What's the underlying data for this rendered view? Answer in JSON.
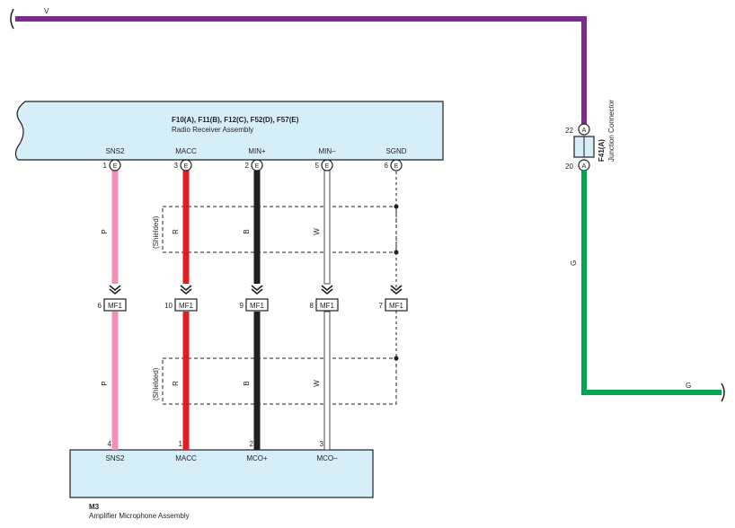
{
  "power_wire": {
    "label": "V",
    "color": "#7b2d8e"
  },
  "radio": {
    "connectors": "F10(A), F11(B), F12(C), F52(D), F57(E)",
    "name": "Radio Receiver Assembly",
    "pins": [
      {
        "terminal": "SNS2",
        "number": "1",
        "letter": "E"
      },
      {
        "terminal": "MACC",
        "number": "3",
        "letter": "E"
      },
      {
        "terminal": "MIN+",
        "number": "2",
        "letter": "E"
      },
      {
        "terminal": "MIN–",
        "number": "5",
        "letter": "E"
      },
      {
        "terminal": "SGND",
        "number": "6",
        "letter": "E"
      }
    ]
  },
  "junction": {
    "code": "F41(A)",
    "name": "Junction Connector",
    "pin_top": "22",
    "pin_top_letter": "A",
    "pin_bottom": "20",
    "pin_bottom_letter": "A"
  },
  "ground_wire": {
    "label_vertical": "G",
    "label_horizontal": "G",
    "color": "#00a651"
  },
  "wires": [
    {
      "color_code": "P",
      "color": "#f08fb9"
    },
    {
      "color_code": "R",
      "color": "#e31b23"
    },
    {
      "color_code": "B",
      "color": "#231f20"
    },
    {
      "color_code": "W",
      "color": "#ffffff"
    }
  ],
  "shield_label": "(Shielded)",
  "inline_connectors": [
    {
      "pin": "6",
      "code": "MF1"
    },
    {
      "pin": "10",
      "code": "MF1"
    },
    {
      "pin": "9",
      "code": "MF1"
    },
    {
      "pin": "8",
      "code": "MF1"
    },
    {
      "pin": "7",
      "code": "MF1"
    }
  ],
  "microphone": {
    "code": "M3",
    "name": "Amplifier Microphone Assembly",
    "pins": [
      {
        "number": "4",
        "terminal": "SNS2"
      },
      {
        "number": "1",
        "terminal": "MACC"
      },
      {
        "number": "2",
        "terminal": "MCO+"
      },
      {
        "number": "3",
        "terminal": "MCO–"
      }
    ]
  }
}
